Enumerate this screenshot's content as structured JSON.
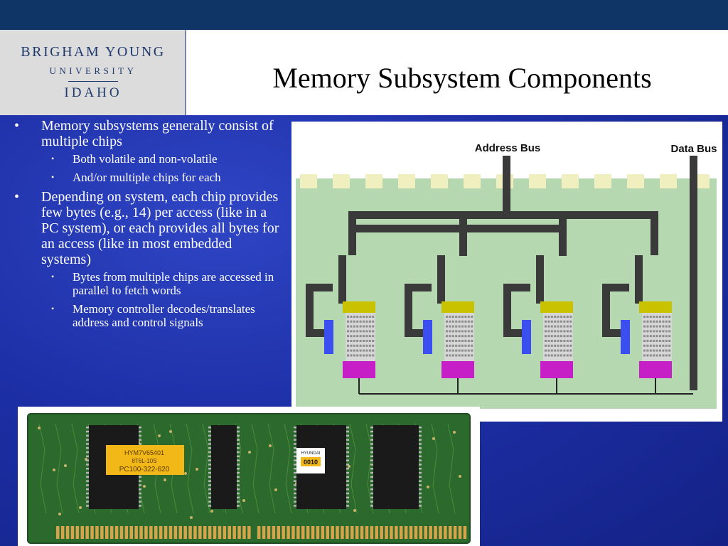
{
  "logo": {
    "line1": "BRIGHAM YOUNG",
    "line2": "UNIVERSITY",
    "line3": "IDAHO"
  },
  "slide": {
    "title": "Memory Subsystem Components",
    "bullets": [
      {
        "text": "Memory subsystems generally consist of multiple chips",
        "sub": [
          "Both volatile and non-volatile",
          "And/or multiple chips for each"
        ]
      },
      {
        "text": "Depending on system, each chip provides few bytes (e.g., 14) per access (like in a PC system), or each provides all bytes for an access (like in most embedded systems)",
        "sub": [
          "Bytes from multiple chips are accessed in parallel to fetch words",
          "Memory controller decodes/translates address and control signals"
        ]
      }
    ]
  },
  "diagram": {
    "address_bus_label": "Address Bus",
    "data_bus_label": "Data Bus"
  },
  "ram_module": {
    "chip_label_line1": "HYM7V65401",
    "chip_label_line2": "8T6L-10S",
    "chip_label_line3": "PC100-322-620",
    "brand_label": "HYUNDAI",
    "date_code": "0010"
  },
  "colors": {
    "top_bar": "#0f3566",
    "slide_background": "#1d2fa6",
    "diagram_background": "#b5d8b0",
    "bus_color": "#3a3a3a",
    "chip_top": "#c8c200",
    "chip_side": "#3b4ef0",
    "chip_bottom": "#c71fc7"
  }
}
